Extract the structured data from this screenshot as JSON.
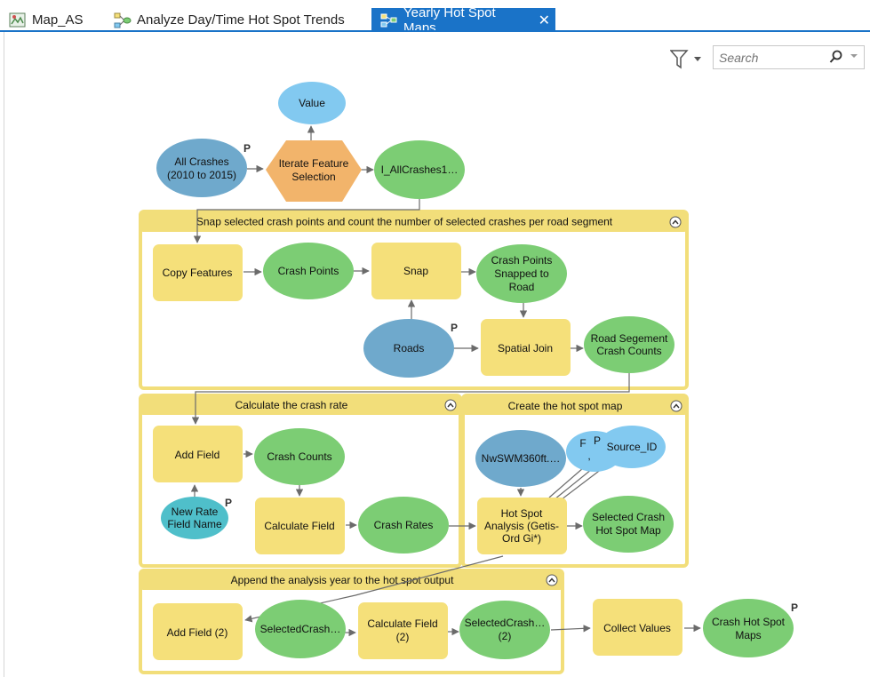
{
  "tabs": [
    {
      "label": "Map_AS",
      "icon": "map-icon"
    },
    {
      "label": "Analyze Day/Time Hot Spot Trends",
      "icon": "model-icon"
    },
    {
      "label": "Yearly Hot Spot Maps",
      "icon": "model-icon",
      "active": true,
      "close": "✕"
    }
  ],
  "search": {
    "placeholder": "Search"
  },
  "colors": {
    "accent": "#1a73c8",
    "tool": "#f5e07a",
    "data": "#7ccd74",
    "input": "#6fa9cc",
    "iterator": "#f2b46b",
    "variable": "#82c9f0",
    "param": "#4fbfca"
  },
  "groups": {
    "snap": {
      "title": "Snap selected crash points and count the number of selected crashes per road segment"
    },
    "rate": {
      "title": "Calculate the crash rate"
    },
    "hotspot": {
      "title": "Create the hot spot map"
    },
    "append": {
      "title": "Append the analysis year to the hot spot output"
    }
  },
  "nodes": {
    "value": {
      "label": "Value"
    },
    "all_crashes": {
      "line1": "All Crashes",
      "line2": "(2010 to 2015)",
      "param": "P"
    },
    "iterate": {
      "line1": "Iterate Feature",
      "line2": "Selection"
    },
    "i_all": {
      "label": "I_AllCrashes1…"
    },
    "copy_features": {
      "label": "Copy Features"
    },
    "crash_points": {
      "label": "Crash Points"
    },
    "snap": {
      "label": "Snap"
    },
    "snapped": {
      "line1": "Crash Points",
      "line2": "Snapped to",
      "line3": "Road"
    },
    "roads": {
      "label": "Roads",
      "param": "P"
    },
    "spatial_join": {
      "label": "Spatial Join"
    },
    "road_counts": {
      "line1": "Road Segement",
      "line2": "Crash Counts"
    },
    "add_field": {
      "label": "Add Field"
    },
    "crash_counts": {
      "label": "Crash Counts"
    },
    "new_rate": {
      "line1": "New Rate",
      "line2": "Field Name",
      "param": "P"
    },
    "calc_field": {
      "label": "Calculate Field"
    },
    "crash_rates": {
      "label": "Crash Rates"
    },
    "nwswm": {
      "label": "NwSWM360ft.…"
    },
    "f_p": {
      "line1": "F",
      "line2": "P",
      "line3": ","
    },
    "source_id": {
      "label": "Source_ID"
    },
    "hotspot_analysis": {
      "line1": "Hot Spot",
      "line2": "Analysis (Getis-",
      "line3": "Ord Gi*)"
    },
    "selected_hotspot": {
      "line1": "Selected Crash",
      "line2": "Hot Spot Map"
    },
    "add_field2": {
      "label": "Add Field (2)"
    },
    "selected_crash": {
      "label": "SelectedCrash…"
    },
    "calc_field2": {
      "line1": "Calculate Field",
      "line2": "(2)"
    },
    "selected_crash2": {
      "line1": "SelectedCrash…",
      "line2": "(2)"
    },
    "collect_values": {
      "label": "Collect Values"
    },
    "crash_hotspot_maps": {
      "line1": "Crash Hot Spot",
      "line2": "Maps",
      "param": "P"
    }
  }
}
